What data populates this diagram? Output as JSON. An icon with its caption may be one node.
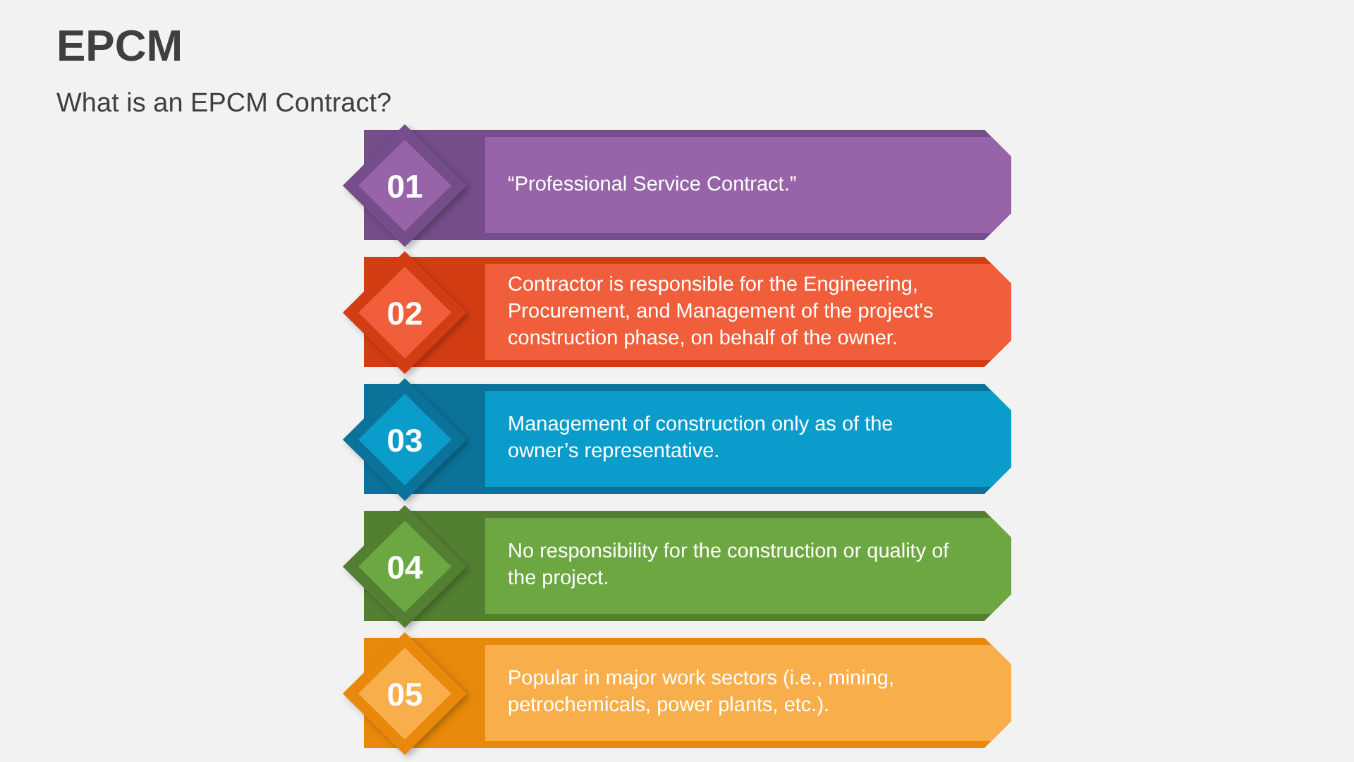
{
  "diagram": {
    "title": "EPCM",
    "nodes": [
      {
        "text": [
          "01"
        ]
      },
      {
        "text": [
          "“Professional Service Contract.”"
        ]
      },
      {
        "text": [
          "02"
        ]
      },
      {
        "text": [
          "Contractor is responsible for the Engineering, Procurement, and Management of the project's construction phase, on behalf of the owner."
        ]
      },
      {
        "text": [
          "03"
        ]
      },
      {
        "text": [
          "Management of construction only as of the owner’s representative."
        ]
      },
      {
        "text": [
          "04"
        ]
      },
      {
        "text": [
          "No responsibility for the construction or quality of the project."
        ]
      },
      {
        "text": [
          "05"
        ]
      },
      {
        "text": [
          "Popular in major work sectors (i.e., mining, petrochemicals, power plants, etc.)."
        ]
      }
    ],
    "labels": [
      "What is an EPCM Contract?"
    ]
  }
}
